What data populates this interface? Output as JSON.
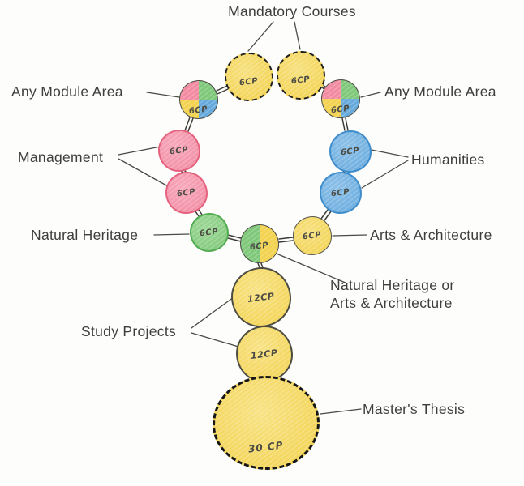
{
  "labels": {
    "mandatory_courses": "Mandatory Courses",
    "any_module_area_left": "Any Module Area",
    "any_module_area_right": "Any Module Area",
    "management": "Management",
    "humanities": "Humanities",
    "natural_heritage": "Natural Heritage",
    "arts_architecture": "Arts & Architecture",
    "nh_or_aa_line1": "Natural Heritage or",
    "nh_or_aa_line2": "Arts & Architecture",
    "study_projects": "Study Projects",
    "masters_thesis": "Master's Thesis"
  },
  "nodes": [
    {
      "id": "mandatory-course-1",
      "group": "Mandatory Courses",
      "credits": "6CP",
      "style": "yellow-dashed"
    },
    {
      "id": "mandatory-course-2",
      "group": "Mandatory Courses",
      "credits": "6CP",
      "style": "yellow-dashed"
    },
    {
      "id": "any-module-area-left",
      "group": "Any Module Area",
      "credits": "6CP",
      "style": "pie-multicolor"
    },
    {
      "id": "any-module-area-right",
      "group": "Any Module Area",
      "credits": "6CP",
      "style": "pie-multicolor"
    },
    {
      "id": "management-1",
      "group": "Management",
      "credits": "6CP",
      "style": "pink"
    },
    {
      "id": "management-2",
      "group": "Management",
      "credits": "6CP",
      "style": "pink"
    },
    {
      "id": "humanities-1",
      "group": "Humanities",
      "credits": "6CP",
      "style": "blue"
    },
    {
      "id": "humanities-2",
      "group": "Humanities",
      "credits": "6CP",
      "style": "blue"
    },
    {
      "id": "natural-heritage",
      "group": "Natural Heritage",
      "credits": "6CP",
      "style": "green"
    },
    {
      "id": "natural-heritage-or-arts-architecture",
      "group": "Natural Heritage or Arts & Architecture",
      "credits": "6CP",
      "style": "half-green-yellow"
    },
    {
      "id": "arts-architecture",
      "group": "Arts & Architecture",
      "credits": "6CP",
      "style": "yellow"
    },
    {
      "id": "study-project-1",
      "group": "Study Projects",
      "credits": "12CP",
      "style": "yellow"
    },
    {
      "id": "study-project-2",
      "group": "Study Projects",
      "credits": "12CP",
      "style": "yellow"
    },
    {
      "id": "masters-thesis",
      "group": "Master's Thesis",
      "credits": "30 CP",
      "style": "yellow-dashed-large"
    }
  ],
  "colors": {
    "yellow": "#F2D24E",
    "pink": "#F28BA2",
    "blue": "#66AADD",
    "green": "#7FC87A"
  }
}
